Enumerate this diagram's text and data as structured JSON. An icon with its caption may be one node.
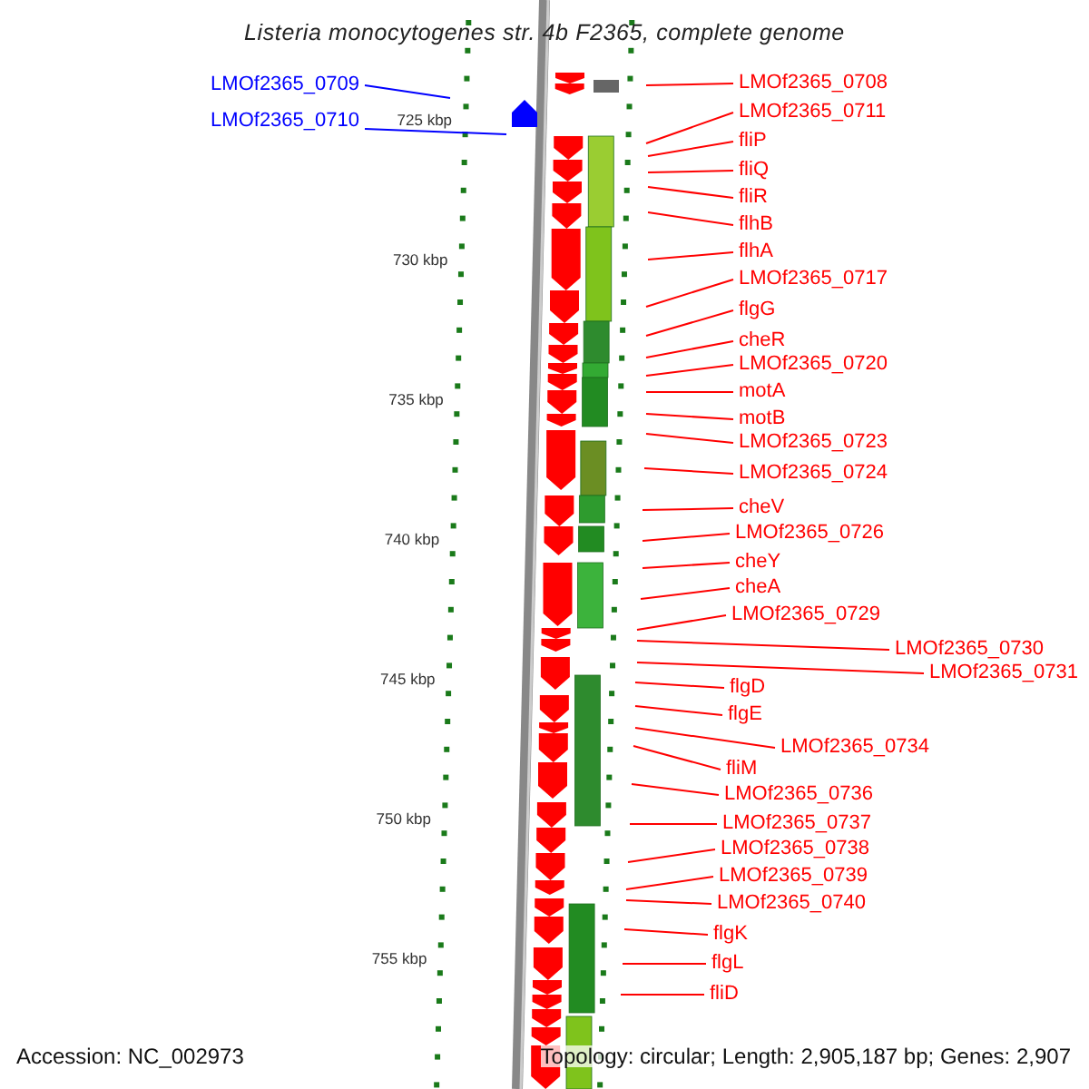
{
  "diagram": {
    "title": "Listeria monocytogenes str. 4b F2365, complete genome",
    "nodes": [
      {
        "text": [
          "LMOf2365_0709"
        ]
      },
      {
        "text": [
          "LMOf2365_0710"
        ]
      },
      {
        "text": [
          "LMOf2365_0708"
        ]
      },
      {
        "text": [
          "LMOf2365_0711"
        ]
      },
      {
        "text": [
          "fliP"
        ]
      },
      {
        "text": [
          "fliQ"
        ]
      },
      {
        "text": [
          "fliR"
        ]
      },
      {
        "text": [
          "flhB"
        ]
      },
      {
        "text": [
          "flhA"
        ]
      },
      {
        "text": [
          "LMOf2365_0717"
        ]
      },
      {
        "text": [
          "flgG"
        ]
      },
      {
        "text": [
          "cheR"
        ]
      },
      {
        "text": [
          "LMOf2365_0720"
        ]
      },
      {
        "text": [
          "motA"
        ]
      },
      {
        "text": [
          "motB"
        ]
      },
      {
        "text": [
          "LMOf2365_0723"
        ]
      },
      {
        "text": [
          "LMOf2365_0724"
        ]
      },
      {
        "text": [
          "cheV"
        ]
      },
      {
        "text": [
          "LMOf2365_0726"
        ]
      },
      {
        "text": [
          "cheY"
        ]
      },
      {
        "text": [
          "cheA"
        ]
      },
      {
        "text": [
          "LMOf2365_0729"
        ]
      },
      {
        "text": [
          "LMOf2365_0730"
        ]
      },
      {
        "text": [
          "LMOf2365_0731"
        ]
      },
      {
        "text": [
          "flgD"
        ]
      },
      {
        "text": [
          "flgE"
        ]
      },
      {
        "text": [
          "LMOf2365_0734"
        ]
      },
      {
        "text": [
          "fliM"
        ]
      },
      {
        "text": [
          "LMOf2365_0736"
        ]
      },
      {
        "text": [
          "LMOf2365_0737"
        ]
      },
      {
        "text": [
          "LMOf2365_0738"
        ]
      },
      {
        "text": [
          "LMOf2365_0739"
        ]
      },
      {
        "text": [
          "LMOf2365_0740"
        ]
      },
      {
        "text": [
          "flgK"
        ]
      },
      {
        "text": [
          "flgL"
        ]
      },
      {
        "text": [
          "fliD"
        ]
      }
    ],
    "edges": [
      {
        "from": 0,
        "to": null,
        "arrow": "none",
        "color": "#0000ff"
      },
      {
        "from": 1,
        "to": null,
        "arrow": "none",
        "color": "#0000ff"
      },
      {
        "from": 2,
        "to": null,
        "arrow": "none"
      },
      {
        "from": 3,
        "to": null,
        "arrow": "none"
      },
      {
        "from": 4,
        "to": null,
        "arrow": "none"
      },
      {
        "from": 5,
        "to": null,
        "arrow": "none"
      },
      {
        "from": 6,
        "to": null,
        "arrow": "none"
      },
      {
        "from": 7,
        "to": null,
        "arrow": "none"
      },
      {
        "from": 8,
        "to": null,
        "arrow": "none"
      },
      {
        "from": 9,
        "to": null,
        "arrow": "none"
      },
      {
        "from": 10,
        "to": null,
        "arrow": "none"
      },
      {
        "from": 11,
        "to": null,
        "arrow": "none"
      },
      {
        "from": 12,
        "to": null,
        "arrow": "none"
      },
      {
        "from": 13,
        "to": null,
        "arrow": "none"
      },
      {
        "from": 14,
        "to": null,
        "arrow": "none"
      },
      {
        "from": 15,
        "to": null,
        "arrow": "none"
      },
      {
        "from": 16,
        "to": null,
        "arrow": "none"
      },
      {
        "from": 17,
        "to": null,
        "arrow": "none"
      },
      {
        "from": 18,
        "to": null,
        "arrow": "none"
      },
      {
        "from": 19,
        "to": null,
        "arrow": "none"
      },
      {
        "from": 20,
        "to": null,
        "arrow": "none"
      },
      {
        "from": 21,
        "to": null,
        "arrow": "none"
      },
      {
        "from": 22,
        "to": null,
        "arrow": "none"
      },
      {
        "from": 23,
        "to": null,
        "arrow": "none"
      },
      {
        "from": 24,
        "to": null,
        "arrow": "none"
      },
      {
        "from": 25,
        "to": null,
        "arrow": "none"
      },
      {
        "from": 26,
        "to": null,
        "arrow": "none"
      },
      {
        "from": 27,
        "to": null,
        "arrow": "none"
      },
      {
        "from": 28,
        "to": null,
        "arrow": "none"
      },
      {
        "from": 29,
        "to": null,
        "arrow": "none"
      },
      {
        "from": 30,
        "to": null,
        "arrow": "none"
      },
      {
        "from": 31,
        "to": null,
        "arrow": "none"
      },
      {
        "from": 32,
        "to": null,
        "arrow": "none"
      },
      {
        "from": 33,
        "to": null,
        "arrow": "none"
      },
      {
        "from": 34,
        "to": null,
        "arrow": "none"
      },
      {
        "from": 35,
        "to": null,
        "arrow": "none"
      }
    ],
    "labels": [
      "725 kbp",
      "730 kbp",
      "735 kbp",
      "740 kbp",
      "745 kbp",
      "750 kbp",
      "755 kbp",
      "Accession: NC_002973",
      "Topology: circular; Length: 2,905,187 bp; Genes: 2,907"
    ]
  }
}
